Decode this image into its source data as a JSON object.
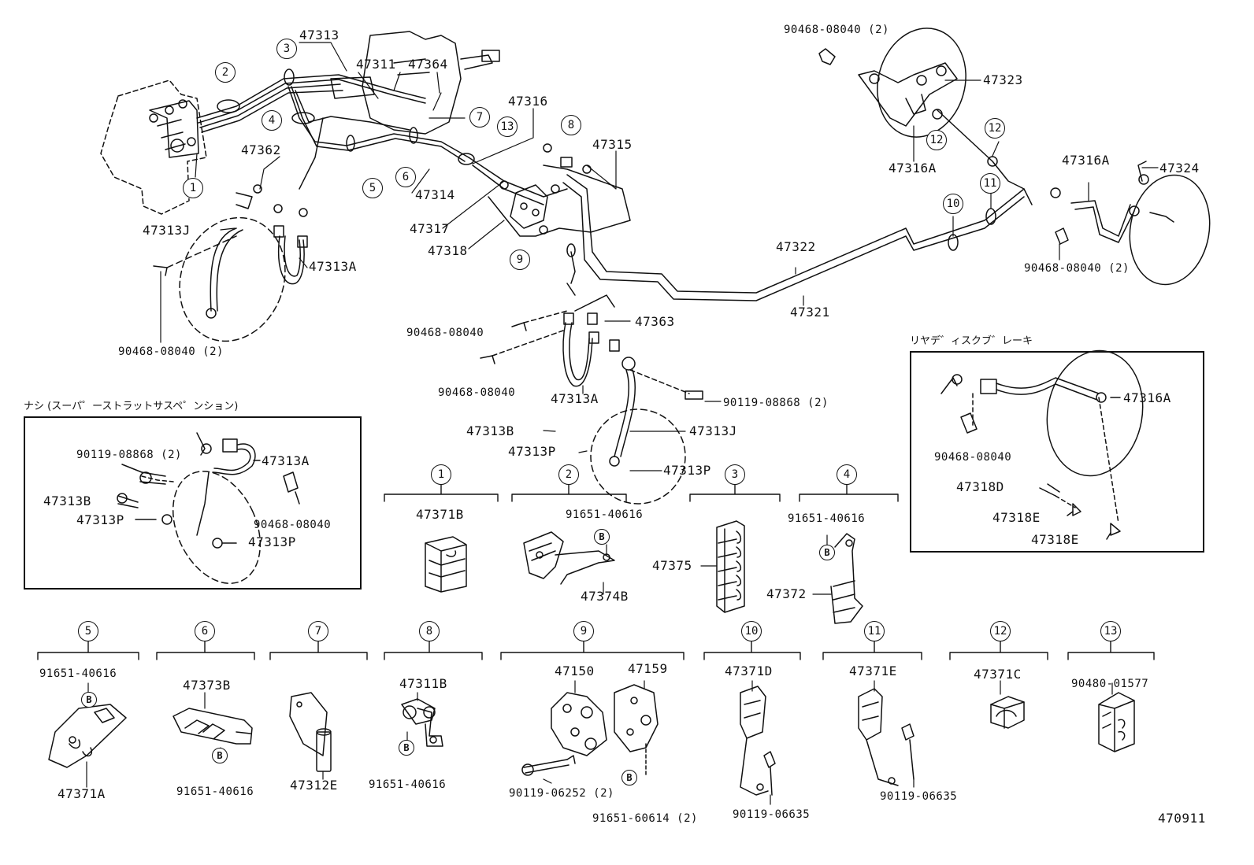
{
  "diagram": {
    "code": "470911",
    "section_titles": {
      "no_suspension": "ナシ (スーパ゜ーストラットサスペ゜ンション)",
      "rear_disc": "リヤデ゛ィスクブ゛レーキ"
    },
    "callout_numbers": [
      "1",
      "2",
      "3",
      "4",
      "5",
      "6",
      "7",
      "8",
      "9",
      "10",
      "11",
      "12",
      "13"
    ],
    "bolt_marker": "B",
    "main_labels": {
      "p47313": "47313",
      "p47311": "47311",
      "p47364": "47364",
      "p47316": "47316",
      "p47315": "47315",
      "p47362": "47362",
      "p47314": "47314",
      "p47317": "47317",
      "p47318": "47318",
      "p47313J": "47313J",
      "p47313A": "47313A",
      "clip_a": "90468-08040 (2)",
      "clip_b": "90468-08040 (2)",
      "clip_c": "90468-08040 (2)",
      "p47323": "47323",
      "p47316A_top": "47316A",
      "p47316A_right": "47316A",
      "p47324": "47324",
      "p47322": "47322",
      "p47321": "47321",
      "clip_d": "90468-08040",
      "clip_e": "90468-08040",
      "p47363": "47363",
      "p47313A_mid": "47313A",
      "bolt_mid": "90119-08868 (2)",
      "p47313B_mid": "47313B",
      "p47313J_mid": "47313J",
      "p47313P_mid1": "47313P",
      "p47313P_mid2": "47313P"
    },
    "left_box_labels": {
      "bolt": "90119-08868 (2)",
      "hose": "47313A",
      "p47313B": "47313B",
      "p47313P_a": "47313P",
      "clip": "90468-08040",
      "p47313P_b": "47313P"
    },
    "right_box_labels": {
      "p47316A": "47316A",
      "clip": "90468-08040",
      "p47318D": "47318D",
      "p47318E_a": "47318E",
      "p47318E_b": "47318E"
    },
    "detail_labels": {
      "d1": "47371B",
      "d2_bolt": "91651-40616",
      "d2_part": "47374B",
      "d3": "47375",
      "d4_bolt": "91651-40616",
      "d4_part": "47372",
      "d5_bolt": "91651-40616",
      "d5_part": "47371A",
      "d6_part": "47373B",
      "d6_bolt": "91651-40616",
      "d7_part": "47312E",
      "d8_part": "47311B",
      "d8_bolt": "91651-40616",
      "d9_a": "47150",
      "d9_b": "47159",
      "d9_bolt": "90119-06252 (2)",
      "d9_bolt2": "91651-60614 (2)",
      "d10_part": "47371D",
      "d10_bolt": "90119-06635",
      "d11_part": "47371E",
      "d11_bolt": "90119-06635",
      "d12_part": "47371C",
      "d13_part": "90480-01577"
    }
  }
}
